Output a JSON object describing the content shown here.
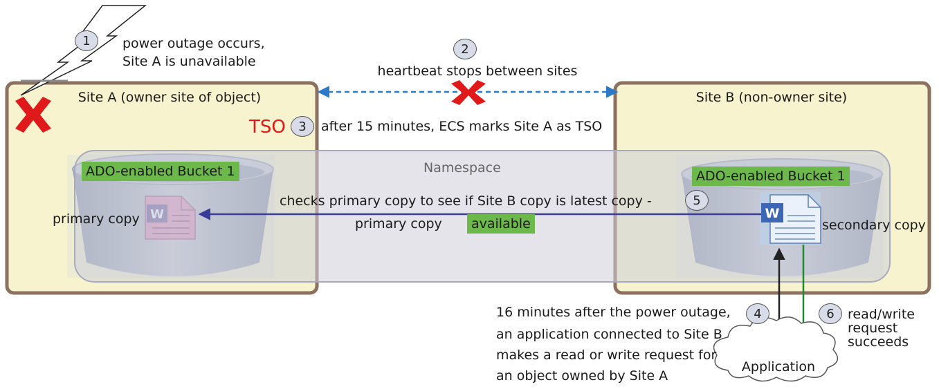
{
  "diagram": {
    "site_a": {
      "label": "Site A (owner site of object)"
    },
    "site_b": {
      "label": "Site B (non-owner site)"
    },
    "namespace": {
      "label": "Namespace"
    },
    "steps": [
      {
        "number": "1",
        "text_line1": "power outage occurs,",
        "text_line2": "Site A is unavailable"
      },
      {
        "number": "2",
        "text": "heartbeat stops between sites"
      },
      {
        "number": "3",
        "tso_label": "TSO",
        "text": "after 15 minutes, ECS marks Site A as TSO"
      },
      {
        "number": "4",
        "lines": [
          "16 minutes after the power outage,",
          "an application connected to Site B",
          "makes a read or write request for",
          "an object owned by Site A"
        ]
      },
      {
        "number": "5",
        "text_line1": "checks primary copy to see if Site B copy is latest copy -",
        "text_line2": "primary copy",
        "badge": "available"
      },
      {
        "number": "6",
        "lines": [
          "read/write",
          "request",
          "succeeds"
        ]
      }
    ],
    "bucket_a": {
      "label": "ADO-enabled Bucket 1",
      "copy_label": "primary copy"
    },
    "bucket_b": {
      "label": "ADO-enabled Bucket 1",
      "copy_label": "secondary copy"
    },
    "application": {
      "label": "Application"
    },
    "colors": {
      "site_fill": "#f7f3cf",
      "site_border": "#8c7060",
      "namespace_fill": "#d6d6de",
      "bucket": "#a7b3c3",
      "tag_green": "#6db84a",
      "failure_red": "#e01a1a",
      "heartbeat_blue": "#2a7ac8",
      "check_arrow": "#3a3a9a",
      "success_green": "#1e8a2a"
    }
  }
}
